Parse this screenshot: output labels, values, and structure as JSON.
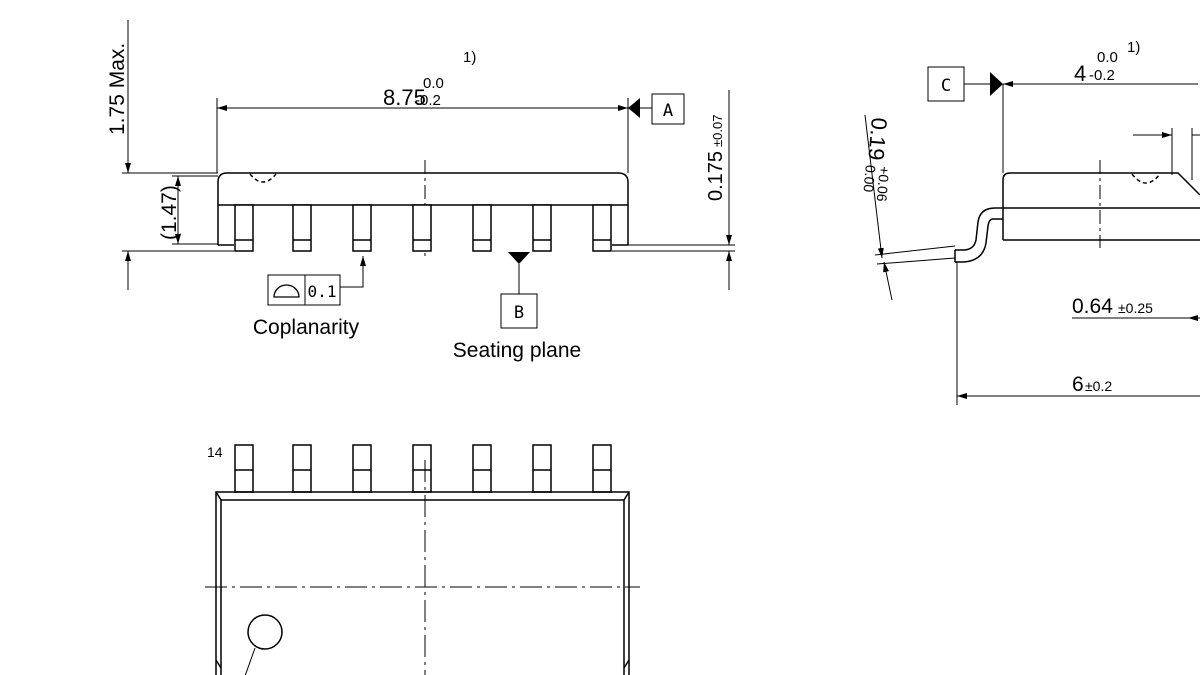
{
  "dimensions": {
    "total_height": "1.75 Max.",
    "body_length_value": "8.75",
    "body_length_upper_tol": "0.0",
    "body_length_lower_tol": "-0.2",
    "note_ref": "1)",
    "body_height_ref": "(1.47)",
    "standoff_value": "0.175",
    "standoff_tol": "±0.07",
    "body_width_value": "4",
    "body_width_upper_tol": "0.0",
    "body_width_lower_tol": "-0.2",
    "lead_thickness_value": "0.19",
    "lead_thickness_upper_tol": "+0.06",
    "lead_thickness_lower_tol": "0.00",
    "lead_length_value": "0.64",
    "lead_length_tol": "±0.25",
    "overall_width_value": "6",
    "overall_width_tol": "±0.2"
  },
  "datums": {
    "a": "A",
    "b": "B",
    "c": "C"
  },
  "coplanarity": {
    "tolerance": "0.1",
    "label": "Coplanarity"
  },
  "seating_plane": {
    "label": "Seating plane"
  },
  "pin_label": "14"
}
